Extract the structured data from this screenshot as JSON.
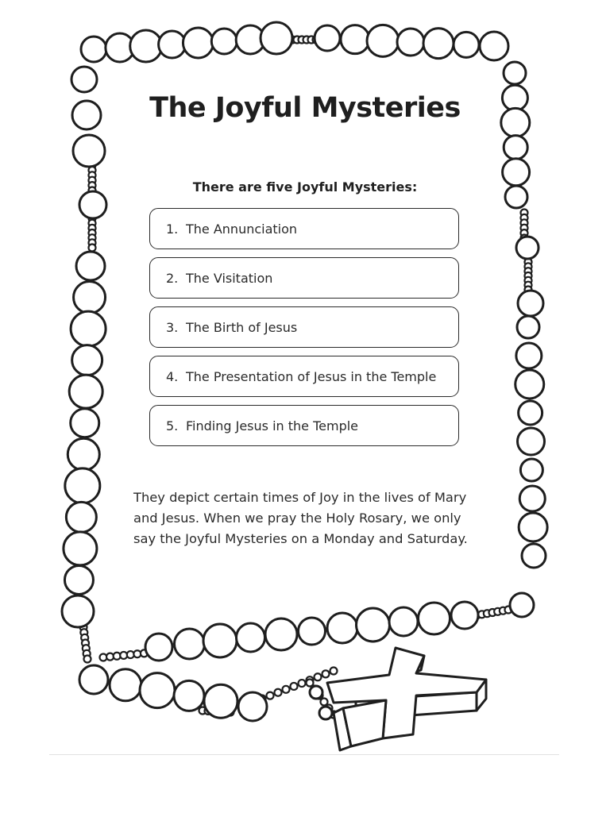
{
  "title": "The Joyful Mysteries",
  "intro": "There are five Joyful Mysteries:",
  "mysteries": [
    {
      "num": "1.",
      "label": "The Annunciation"
    },
    {
      "num": "2.",
      "label": "The Visitation"
    },
    {
      "num": "3.",
      "label": "The Birth of Jesus"
    },
    {
      "num": "4.",
      "label": "The Presentation of Jesus in the Temple"
    },
    {
      "num": "5.",
      "label": "Finding Jesus in the Temple"
    }
  ],
  "paragraph": "They depict certain times of Joy in the lives of Mary and Jesus. When we pray the Holy Rosary, we only say the Joyful Mysteries on a Monday and Saturday.",
  "decoration": {
    "frame": "rosary-bead-border",
    "icon": "cross-icon",
    "outline_color": "#1e1e1e",
    "fill_color": "#ffffff"
  }
}
